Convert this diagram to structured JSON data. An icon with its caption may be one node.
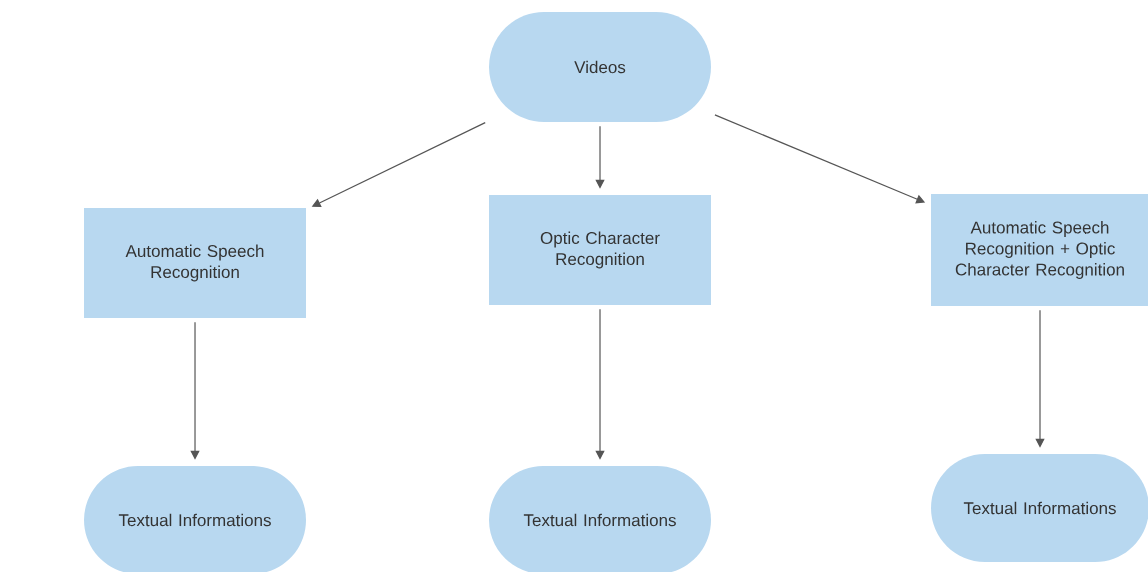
{
  "diagram": {
    "nodes": [
      {
        "text": [
          "Videos"
        ]
      },
      {
        "text": [
          "Automatic Speech Recognition"
        ]
      },
      {
        "text": [
          "Optic Character Recognition"
        ]
      },
      {
        "text": [
          "Automatic Speech Recognition + Optic Character Recognition"
        ]
      },
      {
        "text": [
          "Textual Informations"
        ]
      },
      {
        "text": [
          "Textual Informations"
        ]
      },
      {
        "text": [
          "Textual Informations"
        ]
      }
    ],
    "edges": [
      {
        "from": 0,
        "to": 1,
        "arrow": "to"
      },
      {
        "from": 0,
        "to": 2,
        "arrow": "to"
      },
      {
        "from": 0,
        "to": 3,
        "arrow": "to"
      },
      {
        "from": 1,
        "to": 4,
        "arrow": "to"
      },
      {
        "from": 2,
        "to": 5,
        "arrow": "to"
      },
      {
        "from": 3,
        "to": 6,
        "arrow": "to"
      }
    ]
  }
}
